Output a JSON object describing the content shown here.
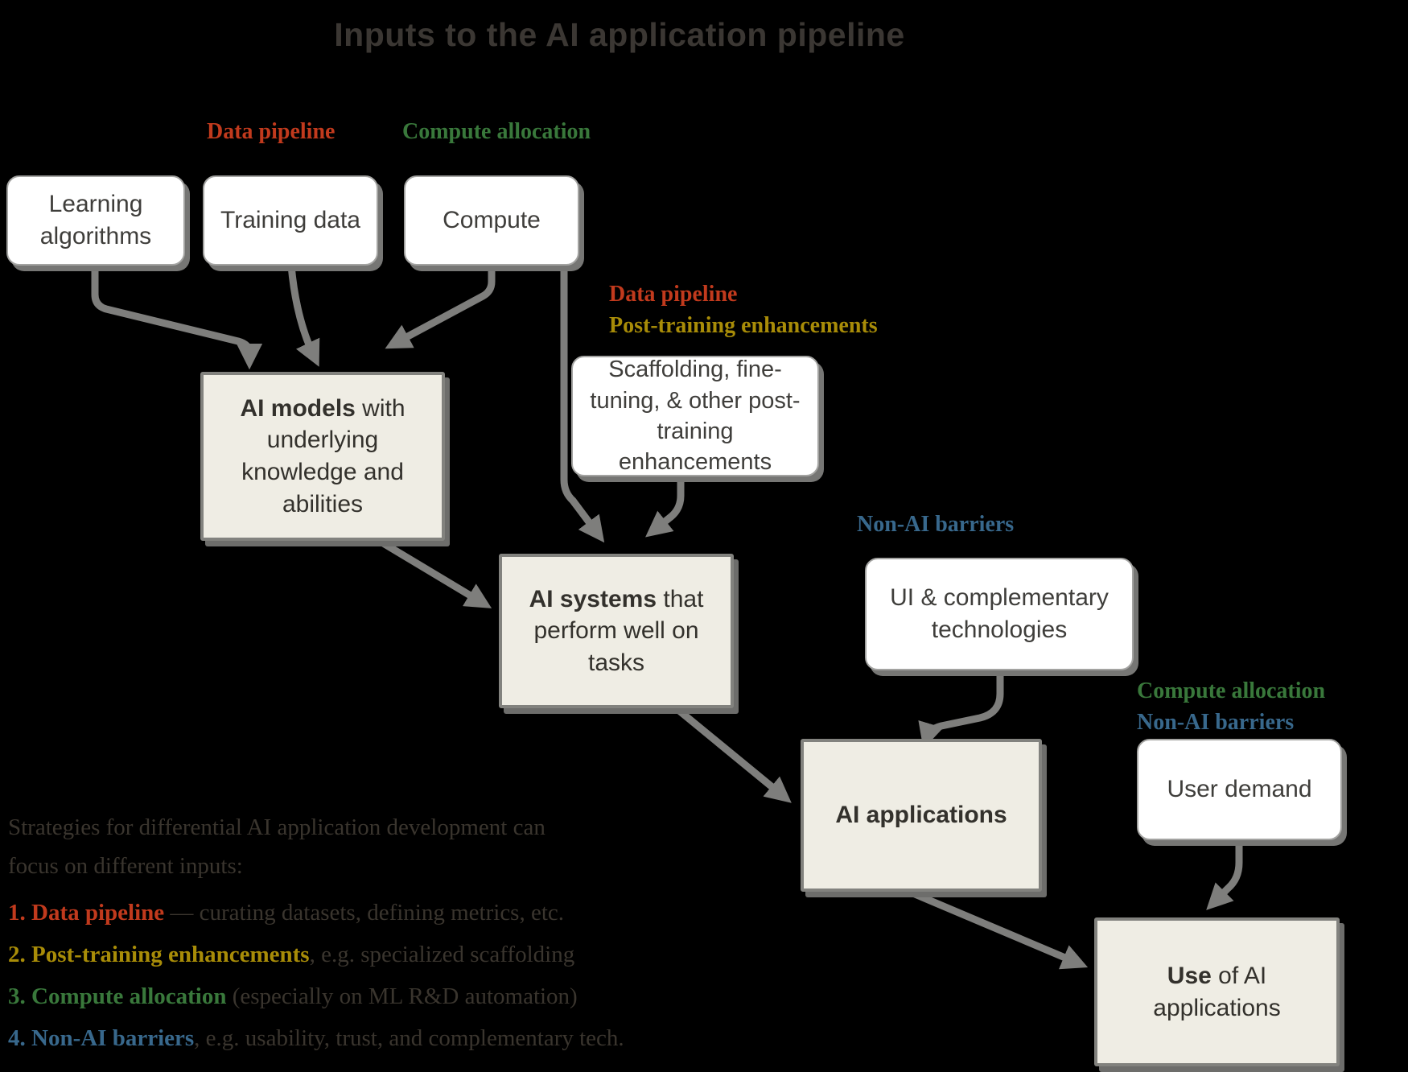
{
  "title": "Inputs to the AI application pipeline",
  "colors": {
    "background": "#000000",
    "red": "#c13a1d",
    "green": "#39783b",
    "gold": "#a88c08",
    "blue": "#38688c",
    "arrow_gray": "#7e7e7c",
    "cream_box": "#efede4",
    "white_box": "#ffffff"
  },
  "labels": {
    "data_pipeline_top": "Data pipeline",
    "compute_allocation_top": "Compute allocation",
    "data_pipeline_mid": "Data pipeline",
    "post_training_mid": "Post-training enhancements",
    "non_ai_barriers_mid": "Non-AI barriers",
    "compute_allocation_right": "Compute allocation",
    "non_ai_barriers_right": "Non-AI barriers"
  },
  "boxes": {
    "learning_algorithms": "Learning algorithms",
    "training_data": "Training data",
    "compute": "Compute",
    "ai_models": {
      "bold": "AI models",
      "rest": " with underlying knowledge and abilities"
    },
    "scaffolding": "Scaffolding, fine-tuning, & other post-training enhancements",
    "ai_systems": {
      "bold": "AI systems",
      "rest": " that perform well on tasks"
    },
    "ui_complementary": "UI & complementary technologies",
    "user_demand": "User demand",
    "ai_applications": "AI applications",
    "use_of_ai": {
      "bold": "Use",
      "rest": " of AI applications"
    }
  },
  "legend": {
    "heading_line1": "Strategies for differential AI application development can",
    "heading_line2": "focus on different inputs:",
    "items": [
      {
        "label": "1. Data pipeline",
        "text": " — curating datasets, defining metrics, etc."
      },
      {
        "label": "2. Post-training enhancements",
        "text": ", e.g. specialized scaffolding"
      },
      {
        "label": "3. Compute allocation",
        "text": " (especially on ML R&D automation)"
      },
      {
        "label": "4. Non-AI barriers",
        "text": ", e.g. usability, trust, and complementary tech."
      }
    ]
  }
}
